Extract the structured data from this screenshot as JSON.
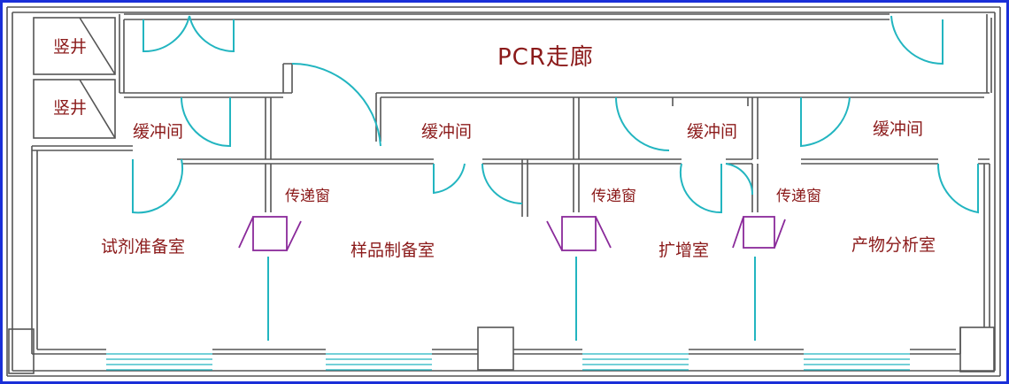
{
  "diagram": {
    "colors": {
      "frame": "#1a2fd8",
      "wall": "#555555",
      "door": "#22b5c0",
      "pass_window": "#8a2a9a",
      "label": "#8b1a1a"
    },
    "labels": {
      "corridor": "PCR走廊",
      "shaft_1": "竖井",
      "shaft_2": "竖井",
      "buffer_1": "缓冲间",
      "buffer_2": "缓冲间",
      "buffer_3": "缓冲间",
      "buffer_4": "缓冲间",
      "pass_window_1": "传递窗",
      "pass_window_2": "传递窗",
      "pass_window_3": "传递窗",
      "room_reagent": "试剂准备室",
      "room_sample": "样品制备室",
      "room_amplify": "扩增室",
      "room_analysis": "产物分析室"
    }
  }
}
